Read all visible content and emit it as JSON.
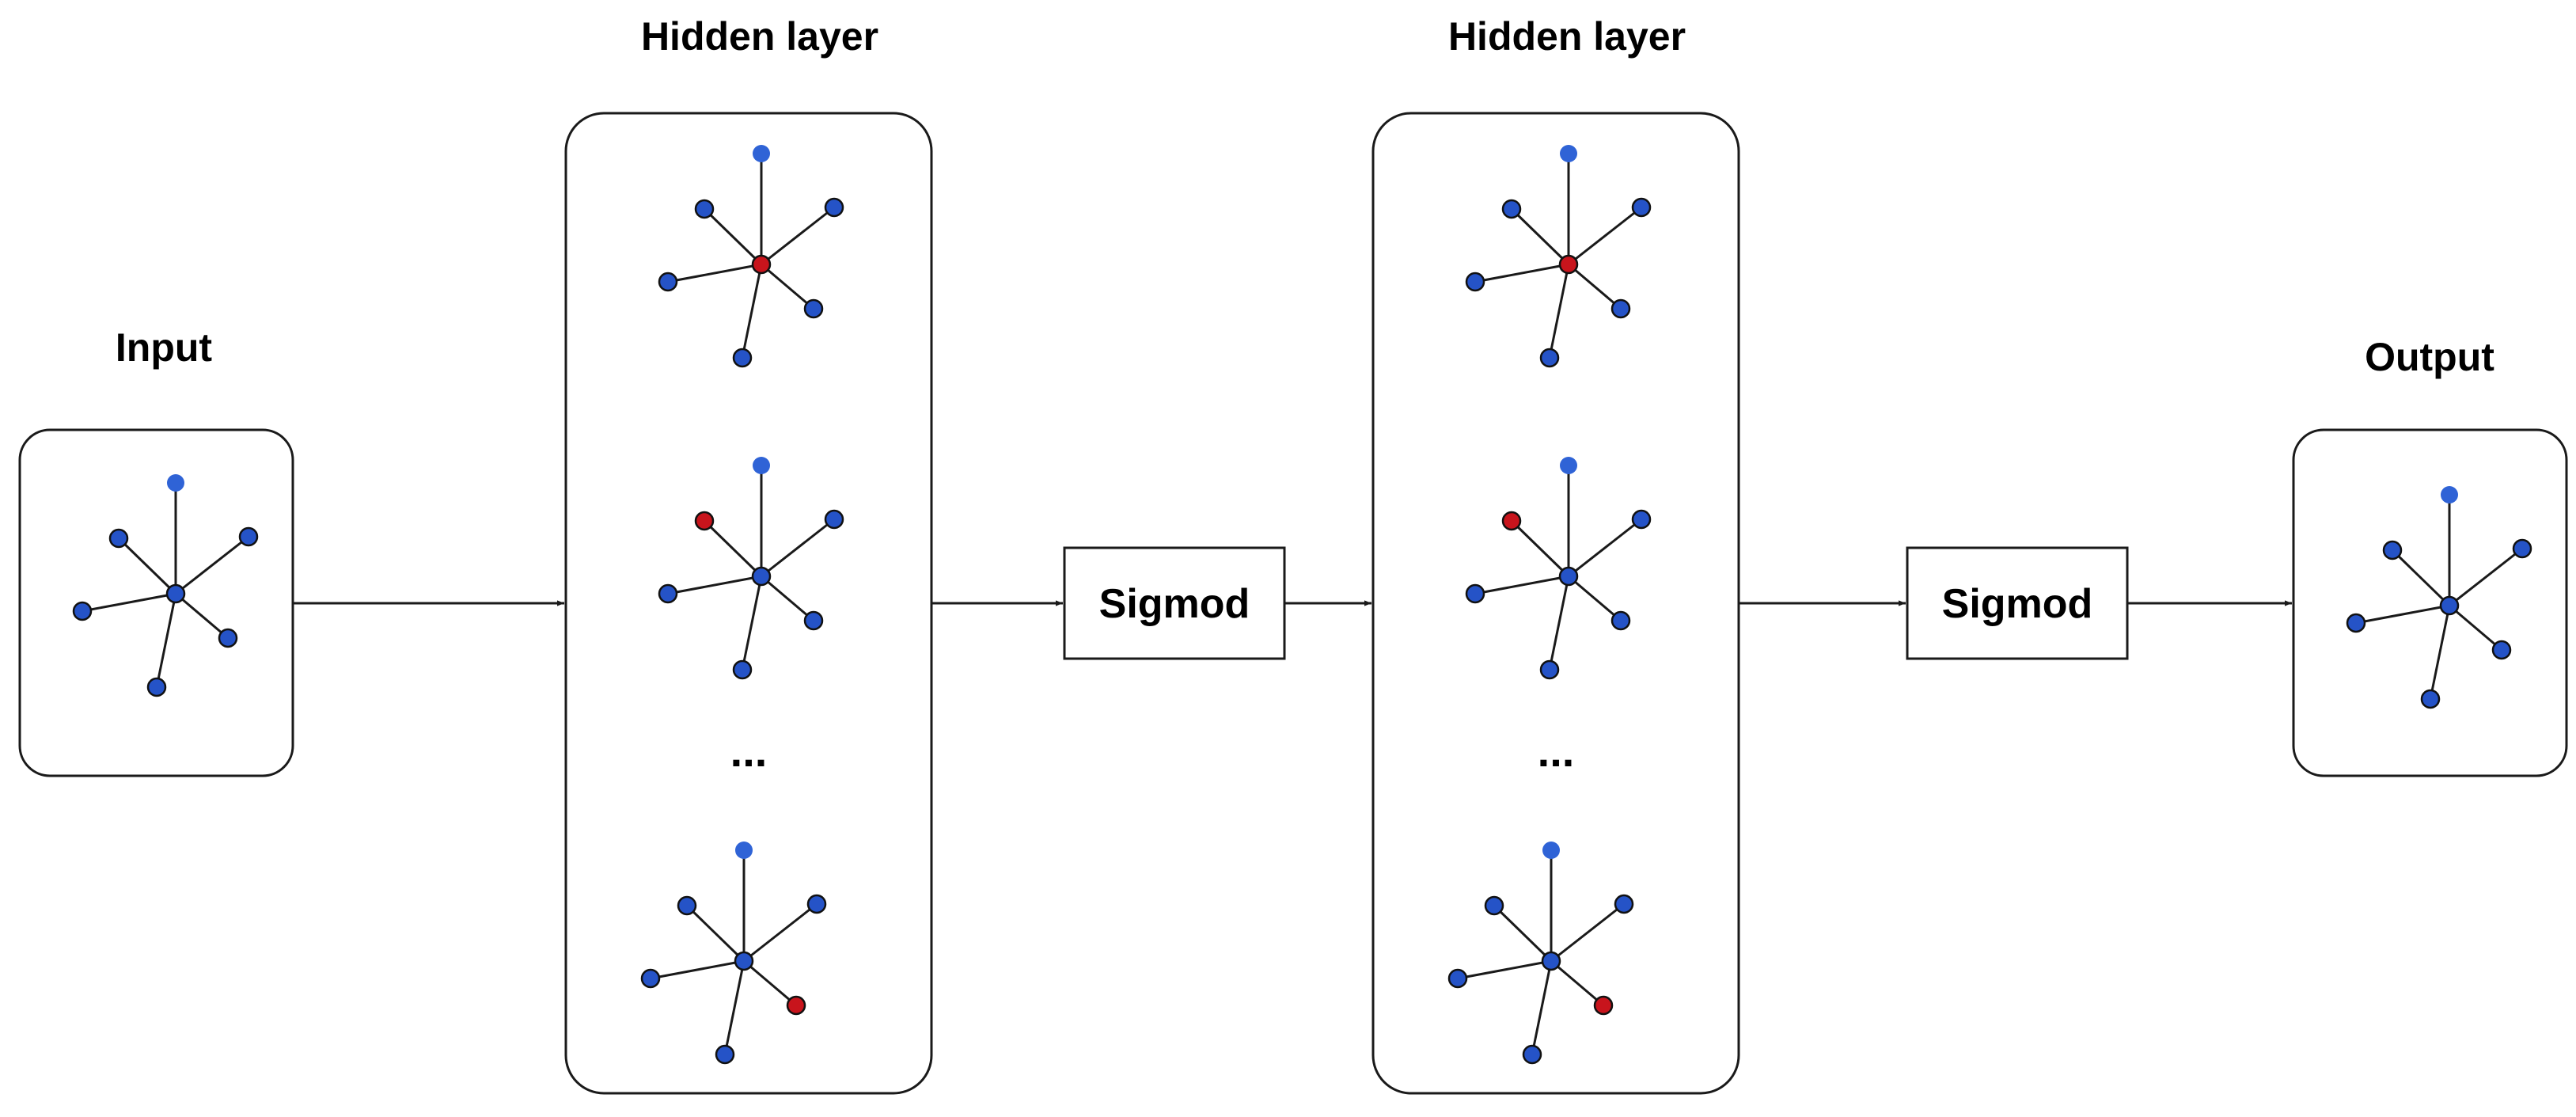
{
  "labels": {
    "input": "Input",
    "hidden_layer_1": "Hidden layer",
    "hidden_layer_2": "Hidden layer",
    "output": "Output",
    "sigmoid_1": "Sigmod",
    "sigmoid_2": "Sigmod",
    "ellipsis_1": "...",
    "ellipsis_2": "..."
  },
  "colors": {
    "node_blue": "#2553c7",
    "node_top_blue": "#2f63d6",
    "node_highlight_red": "#c8141c",
    "edge": "#1a1a1a",
    "box_border": "#1a1a1a"
  }
}
